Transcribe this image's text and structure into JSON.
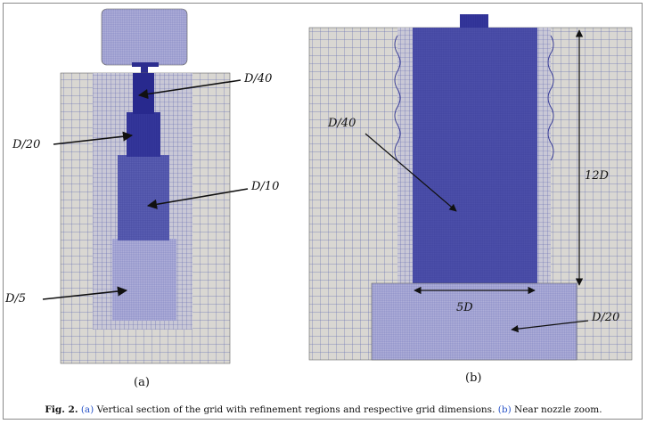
{
  "panel_a": {
    "labels": {
      "d40": "D/40",
      "d20": "D/20",
      "d10": "D/10",
      "d5": "D/5"
    },
    "sublabel": "(a)"
  },
  "panel_b": {
    "labels": {
      "d40": "D/40",
      "d20": "D/20",
      "height": "12D",
      "width": "5D"
    },
    "sublabel": "(b)"
  },
  "caption": {
    "fig": "Fig. 2.",
    "ref_a": "(a)",
    "text_a": "Vertical section of the grid with refinement regions and respective grid dimensions.",
    "ref_b": "(b)",
    "text_b": "Near nozzle zoom."
  },
  "colors": {
    "mesh_bg": "#d9d7d2",
    "coarse_line": "#6670b0",
    "fine_region": "#4a4fa6",
    "finest_region": "#2c2d8f",
    "lighter_region": "#7a7cc0"
  }
}
